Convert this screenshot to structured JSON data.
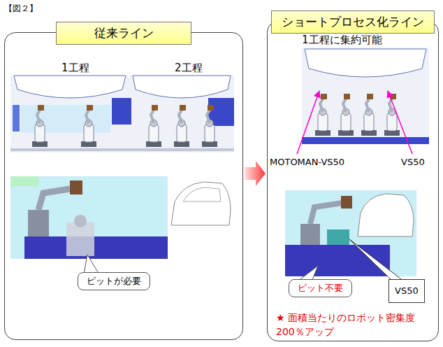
{
  "diagram": {
    "nodes": [
      {
        "text": [
          "従来ライン"
        ]
      },
      {
        "text": [
          "ピットが必要"
        ],
        "in": 0
      },
      {
        "text": [
          "ショートプロセス化ライン"
        ]
      },
      {
        "text": [
          "ピット不要"
        ],
        "in": 2
      },
      {
        "text": [
          "VS50"
        ],
        "in": 2
      }
    ],
    "edges": [
      {
        "from": 0,
        "to": 2,
        "arrow": "to"
      }
    ],
    "labels": [
      "【図２】",
      "1工程",
      "2工程",
      "1工程に集約可能",
      "MOTOMAN-VS50",
      "VS50",
      "★ 面積当たりのロボット密集度 200％アップ"
    ]
  }
}
